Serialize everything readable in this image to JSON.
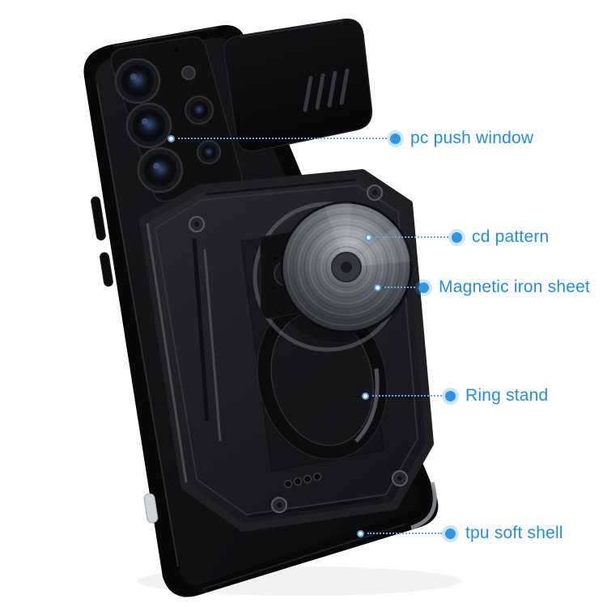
{
  "image": {
    "type": "product-feature-callout-diagram",
    "subject": "armor phone case with slide camera cover, cd-pattern magnetic ring stand",
    "background_color": "#ffffff",
    "accent_color": "#1d8fe0",
    "dot_color": "#2d95e5"
  },
  "callouts": [
    {
      "label": "pc push window"
    },
    {
      "label": "cd pattern"
    },
    {
      "label": "Magnetic iron sheet"
    },
    {
      "label": "Ring stand"
    },
    {
      "label": "tpu soft shell"
    }
  ]
}
